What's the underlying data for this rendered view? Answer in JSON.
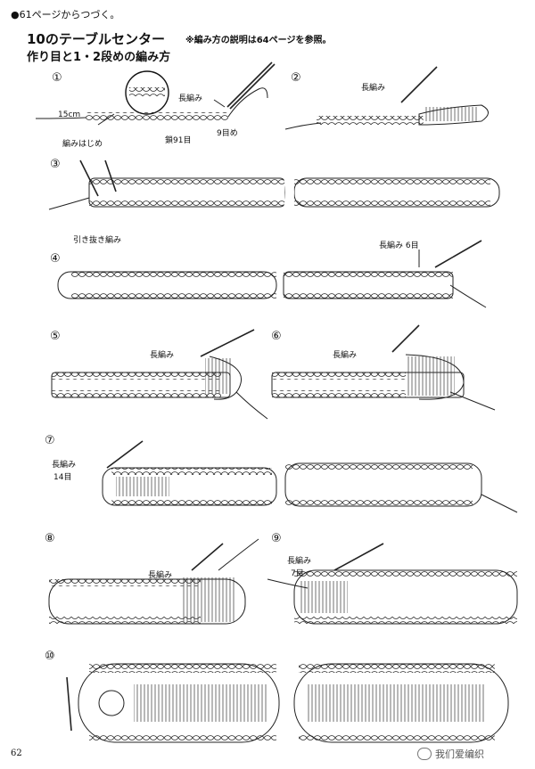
{
  "header": {
    "continued": "●61ページからつづく。",
    "title": "10のテーブルセンター",
    "subtitle": "作り目と1・2段めの編み方",
    "note": "※編み方の説明は64ページを参照。"
  },
  "steps": [
    {
      "num": "①",
      "labels": {
        "long": "長編み",
        "length": "15cm",
        "start": "編みはじめ",
        "ninth": "9目め",
        "chain": "鎖91目"
      }
    },
    {
      "num": "②",
      "labels": {
        "long": "長編み"
      }
    },
    {
      "num": "③",
      "labels": {
        "slip": "引き抜き編み"
      }
    },
    {
      "num": "④",
      "labels": {
        "long6": "長編み 6目"
      }
    },
    {
      "num": "⑤",
      "labels": {
        "long": "長編み"
      }
    },
    {
      "num": "⑥",
      "labels": {
        "long": "長編み"
      }
    },
    {
      "num": "⑦",
      "labels": {
        "long": "長編み",
        "count": "14目"
      }
    },
    {
      "num": "⑧",
      "labels": {
        "long": "長編み"
      }
    },
    {
      "num": "⑨",
      "labels": {
        "long": "長編み",
        "count": "7目"
      }
    },
    {
      "num": "⑩",
      "labels": {}
    }
  ],
  "footer": {
    "page_number": "62",
    "watermark": "我们爱编织",
    "watermark_icon": "wechat-icon"
  }
}
